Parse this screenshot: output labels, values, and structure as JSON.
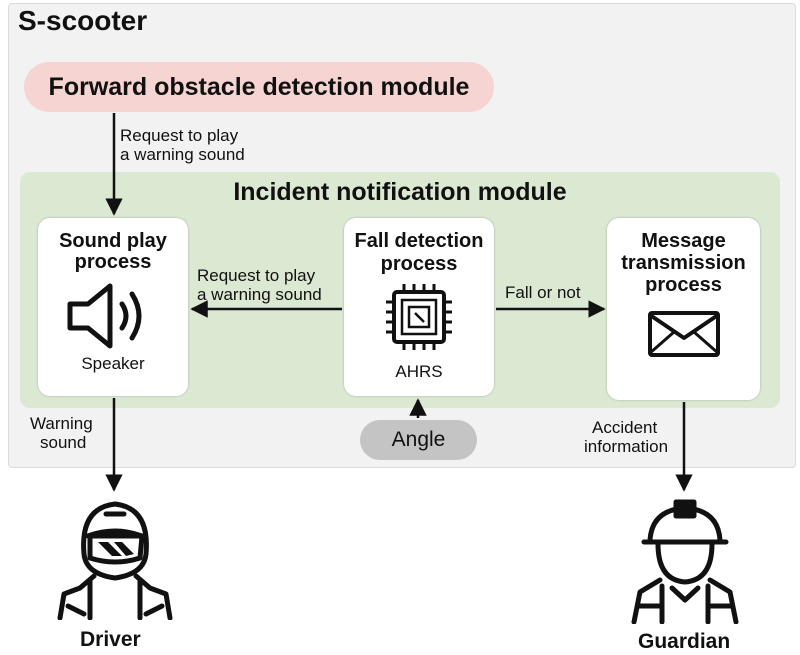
{
  "title": "S-scooter",
  "forward_module": "Forward obstacle detection module",
  "incident_module": "Incident notification module",
  "processes": {
    "sound": {
      "title_line1": "Sound play",
      "title_line2": "process",
      "caption": "Speaker",
      "icon": "speaker-icon"
    },
    "fall": {
      "title_line1": "Fall detection",
      "title_line2": "process",
      "caption": "AHRS",
      "icon": "chip-icon"
    },
    "message": {
      "title_line1": "Message",
      "title_line2": "transmission",
      "title_line3": "process",
      "icon": "envelope-icon"
    }
  },
  "labels": {
    "request_top_line1": "Request to play",
    "request_top_line2": "a warning sound",
    "request_mid_line1": "Request to play",
    "request_mid_line2": "a warning sound",
    "fall_or_not": "Fall or not",
    "warning_line1": "Warning",
    "warning_line2": "sound",
    "accident_line1": "Accident",
    "accident_line2": "information"
  },
  "angle": "Angle",
  "driver": {
    "label": "Driver",
    "icon": "helmet-rider-icon"
  },
  "guardian": {
    "label": "Guardian",
    "icon": "guardian-icon"
  },
  "colors": {
    "forward_module_bg": "#f5d4d2",
    "incident_module_bg": "#dbe8d2",
    "outer_bg": "#f2f2f2",
    "angle_pill": "#c4c4c4"
  }
}
